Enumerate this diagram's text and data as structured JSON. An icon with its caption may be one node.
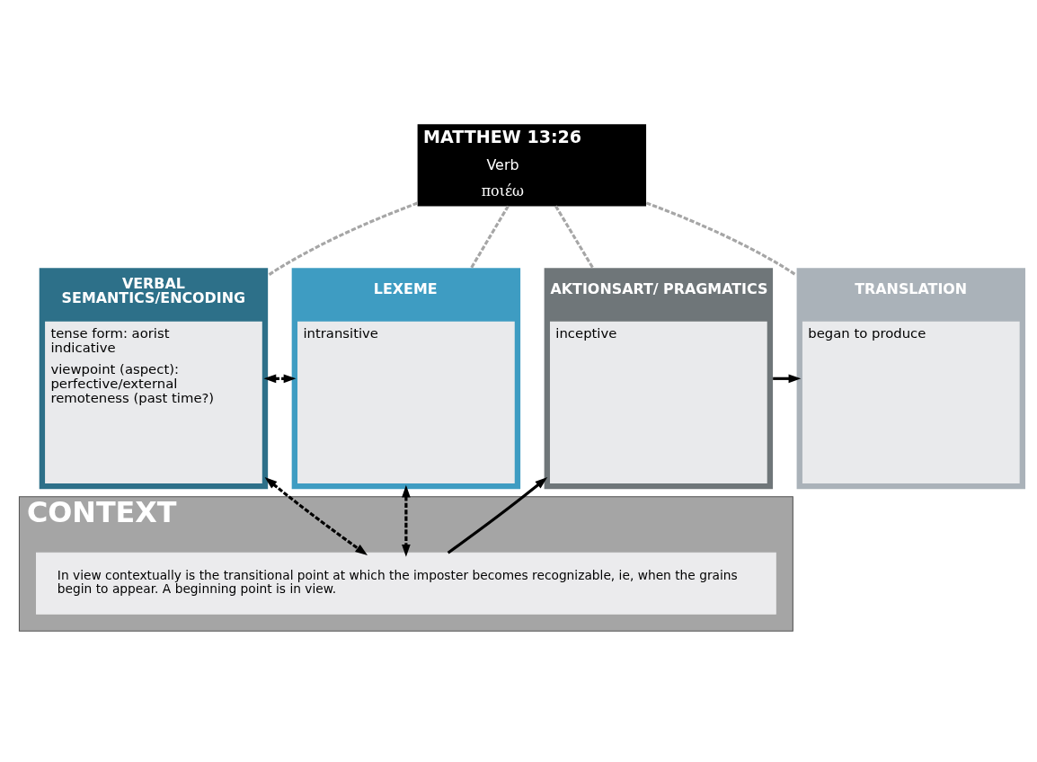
{
  "diagram": {
    "nodes": [
      {
        "text": [
          "MATTHEW 13:26",
          "Verb",
          "ποιέω"
        ]
      },
      {
        "text": [
          "VERBAL SEMANTICS/ENCODING",
          "tense form: aorist indicative",
          "viewpoint (aspect): perfective/external remoteness (past time?)"
        ]
      },
      {
        "text": [
          "LEXEME",
          "intransitive"
        ]
      },
      {
        "text": [
          "AKTIONSART/ PRAGMATICS",
          "inceptive"
        ]
      },
      {
        "text": [
          "TRANSLATION",
          "began to produce"
        ]
      },
      {
        "text": [
          "CONTEXT"
        ]
      },
      {
        "text": [
          "In view contextually is the transitional point at which the imposter becomes recognizable, ie, when the grains begin to appear. A beginning point is in view."
        ],
        "in": 5
      }
    ],
    "edges": [
      {
        "from": 0,
        "to": 1,
        "arrow": "none",
        "style": "dashed",
        "color": "#a6a6a6"
      },
      {
        "from": 0,
        "to": 2,
        "arrow": "none",
        "style": "dashed",
        "color": "#a6a6a6"
      },
      {
        "from": 0,
        "to": 3,
        "arrow": "none",
        "style": "dashed",
        "color": "#a6a6a6"
      },
      {
        "from": 0,
        "to": 4,
        "arrow": "none",
        "style": "dashed",
        "color": "#a6a6a6"
      },
      {
        "from": 1,
        "to": 2,
        "arrow": "both",
        "style": "dashed"
      },
      {
        "from": 6,
        "to": 1,
        "arrow": "both",
        "style": "dashed"
      },
      {
        "from": 6,
        "to": 2,
        "arrow": "both",
        "style": "dashed"
      },
      {
        "from": 6,
        "to": 3,
        "arrow": "to"
      },
      {
        "from": 3,
        "to": 4,
        "arrow": "to"
      }
    ]
  }
}
